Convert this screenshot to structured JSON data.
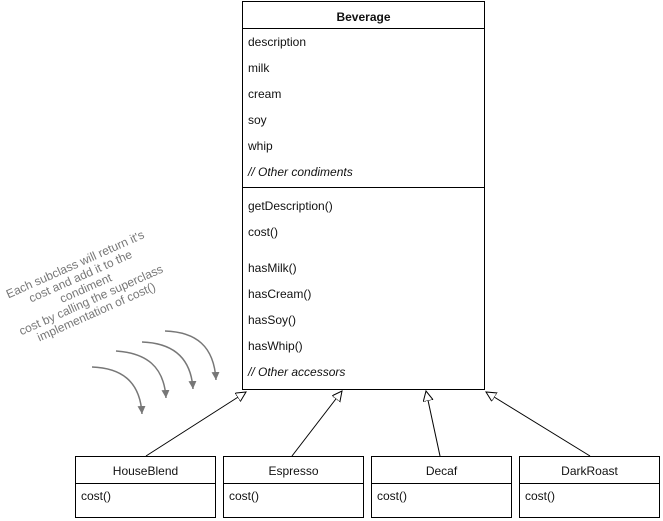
{
  "beverage": {
    "name": "Beverage",
    "attributes": [
      "description",
      "milk",
      "cream",
      "soy",
      "whip",
      "// Other condiments"
    ],
    "methods": [
      "getDescription()",
      "cost()",
      "hasMilk()",
      "hasCream()",
      "hasSoy()",
      "hasWhip()",
      "// Other accessors"
    ]
  },
  "subclasses": [
    {
      "name": "HouseBlend",
      "method": "cost()"
    },
    {
      "name": "Espresso",
      "method": "cost()"
    },
    {
      "name": "Decaf",
      "method": "cost()"
    },
    {
      "name": "DarkRoast",
      "method": "cost()"
    }
  ],
  "note": {
    "lines": [
      "Each subclass will return it's",
      "cost and add it to the condiment",
      "cost by calling the superclass",
      "implementation of cost()"
    ]
  }
}
